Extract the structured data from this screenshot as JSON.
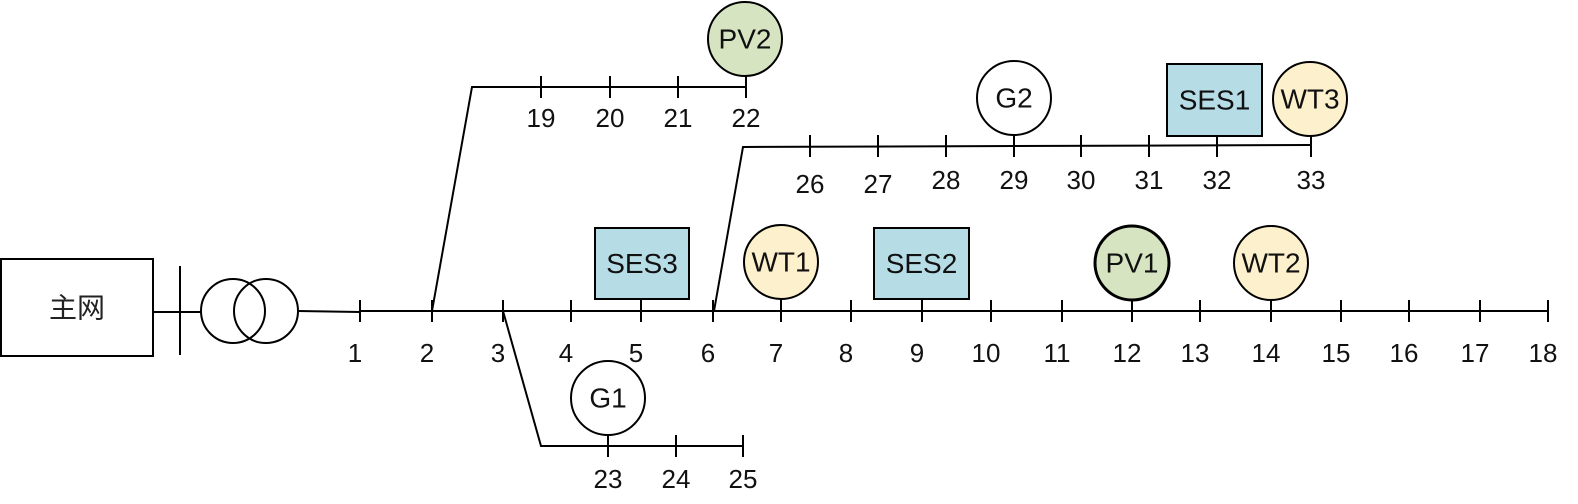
{
  "title": "33-node distribution network topology",
  "grid": {
    "label": "主网"
  },
  "colors": {
    "line": "#000000",
    "pv_fill": "#d6e4c2",
    "wt_fill": "#fdf0cc",
    "ses_fill": "#b6dce6",
    "g_fill": "#ffffff"
  },
  "buses": {
    "main": [
      "1",
      "2",
      "3",
      "4",
      "5",
      "6",
      "7",
      "8",
      "9",
      "10",
      "11",
      "12",
      "13",
      "14",
      "15",
      "16",
      "17",
      "18"
    ],
    "branch_top": [
      "19",
      "20",
      "21",
      "22"
    ],
    "branch_mid": [
      "26",
      "27",
      "28",
      "29",
      "30",
      "31",
      "32",
      "33"
    ],
    "branch_bottom": [
      "23",
      "24",
      "25"
    ]
  },
  "devices": [
    {
      "id": "PV2",
      "type": "pv",
      "bus": "22"
    },
    {
      "id": "G2",
      "type": "g",
      "bus": "29"
    },
    {
      "id": "SES1",
      "type": "ses",
      "bus": "32"
    },
    {
      "id": "WT3",
      "type": "wt",
      "bus": "33"
    },
    {
      "id": "SES3",
      "type": "ses",
      "bus": "5"
    },
    {
      "id": "WT1",
      "type": "wt",
      "bus": "7"
    },
    {
      "id": "SES2",
      "type": "ses",
      "bus": "9"
    },
    {
      "id": "PV1",
      "type": "pv",
      "bus": "12"
    },
    {
      "id": "WT2",
      "type": "wt",
      "bus": "14"
    },
    {
      "id": "G1",
      "type": "g",
      "bus": "23"
    }
  ]
}
